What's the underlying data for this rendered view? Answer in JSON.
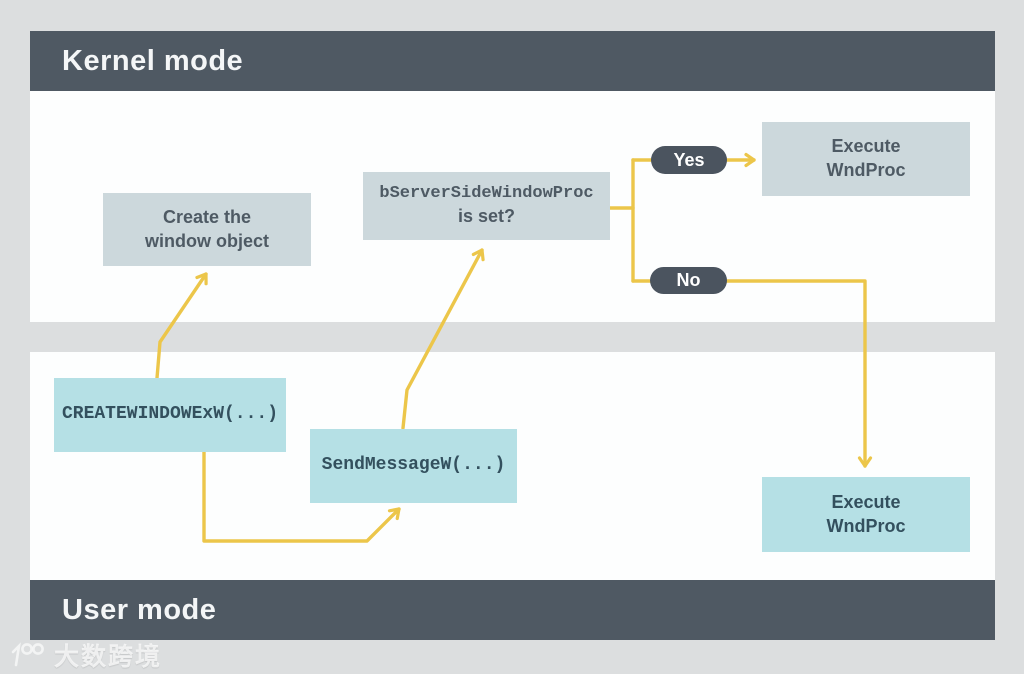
{
  "diagram": {
    "kernel_band_label": "Kernel mode",
    "user_band_label": "User mode",
    "boxes": {
      "create_window": {
        "line1": "Create the",
        "line2": "window object"
      },
      "bserver": {
        "line1": "bServerSideWindowProc",
        "line2": "is set?"
      },
      "exec_top": {
        "line1": "Execute",
        "line2": "WndProc"
      },
      "createwindowexw": {
        "label": "CREATEWINDOWExW(...)"
      },
      "sendmessagew": {
        "label": "SendMessageW(...)"
      },
      "exec_bottom": {
        "line1": "Execute",
        "line2": "WndProc"
      }
    },
    "branches": {
      "yes": "Yes",
      "no": "No"
    }
  },
  "watermark": {
    "text": "大数跨境",
    "logo": "dashu-100-logo"
  },
  "colors": {
    "background": "#dcdedf",
    "band_dark": "#4f5963",
    "panel_white": "#fdfefe",
    "kernel_box": "#ccd8dc",
    "user_box": "#b5e0e5",
    "arrow_yellow": "#ecc64a",
    "box_text_dark": "#4e5a64",
    "mono_text_dark": "#33505e"
  }
}
